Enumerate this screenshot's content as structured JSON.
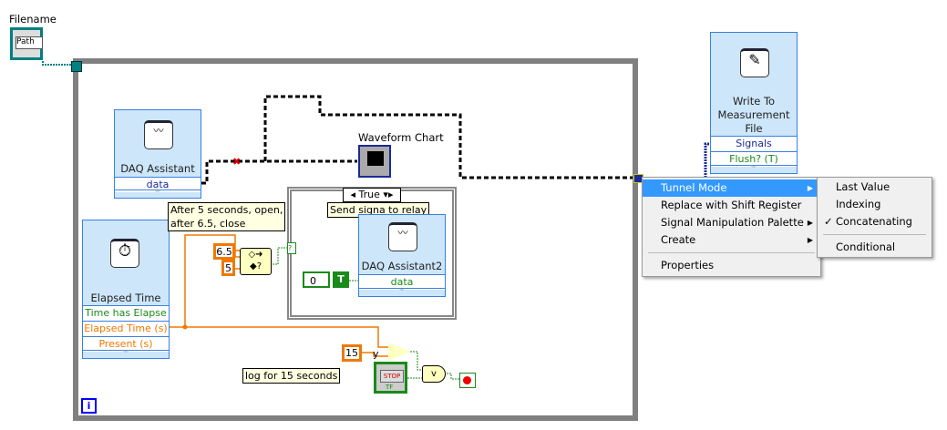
{
  "filename": {
    "label": "Filename",
    "control_text": "Path"
  },
  "while_loop": {
    "iteration": "i"
  },
  "daq_assistant": {
    "title": "DAQ Assistant",
    "output": "data"
  },
  "waveform_chart": {
    "label": "Waveform Chart"
  },
  "case_structure": {
    "selector": "True",
    "comment": "Send signa to relay"
  },
  "daq_assistant2": {
    "title": "DAQ Assistant2",
    "input": "data"
  },
  "numeric_const": "0",
  "bool_const": "T",
  "elapsed_time": {
    "title": "Elapsed Time",
    "rows": [
      "Time has Elapse",
      "Elapsed Time (s)",
      "Present (s)"
    ]
  },
  "comments": {
    "timing": "After 5 seconds, open,\nafter 6.5, close",
    "log": "log for 15 seconds"
  },
  "constants": {
    "upper": "6.5",
    "lower": "5",
    "limit": "15"
  },
  "compare_label": "y",
  "stop_button": {
    "text": "STOP",
    "tf": "TF"
  },
  "write_file": {
    "title": "Write To Measurement File",
    "rows": [
      "Signals",
      "Flush? (T)"
    ]
  },
  "context_menu": {
    "items": [
      "Tunnel Mode",
      "Replace with Shift Register",
      "Signal Manipulation Palette",
      "Create",
      "Properties"
    ],
    "highlighted": "Tunnel Mode"
  },
  "submenu": {
    "items": [
      "Last Value",
      "Indexing",
      "Concatenating",
      "Conditional"
    ],
    "checked": "Concatenating"
  },
  "colors": {
    "loop_border": "#808080",
    "node_bg": "#cde6fa",
    "numeric_orange": "#f07800",
    "boolean_green": "#1a8a1a",
    "menu_highlight": "#3399ff"
  }
}
